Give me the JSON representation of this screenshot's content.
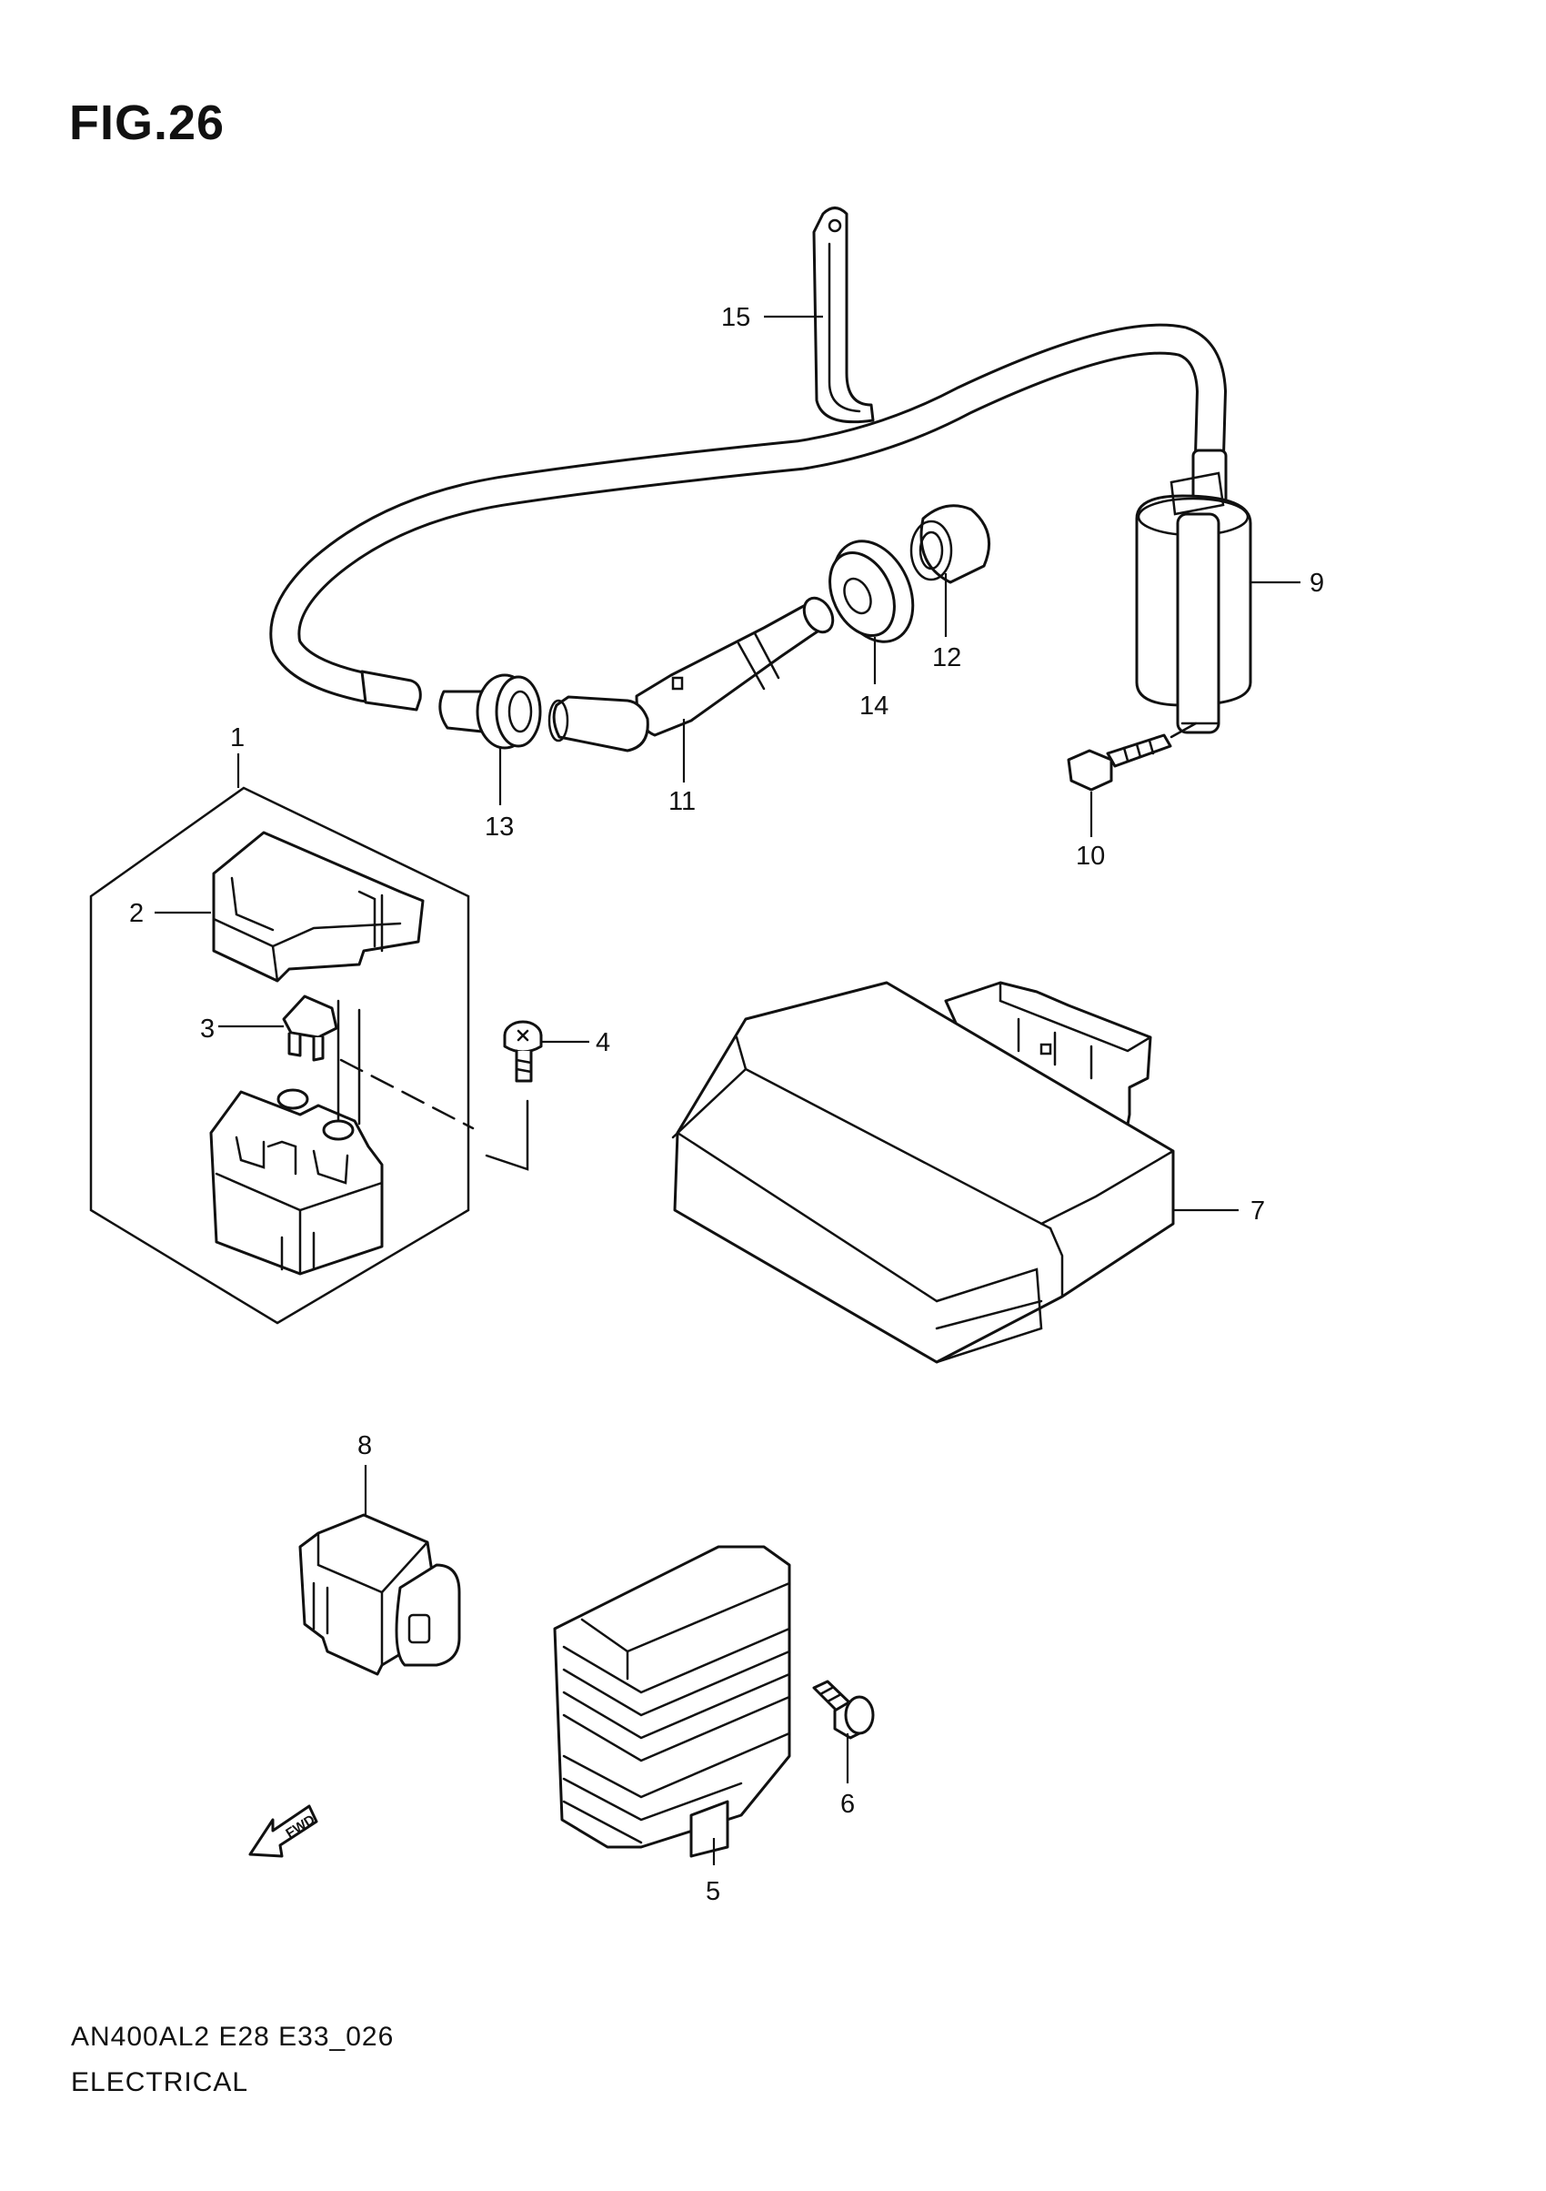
{
  "figure_title": "FIG.26",
  "footer": {
    "model_code": "AN400AL2 E28 E33_026",
    "section": "ELECTRICAL"
  },
  "fwd_arrow_text": "FWD",
  "callouts": {
    "c1": "1",
    "c2": "2",
    "c3": "3",
    "c4": "4",
    "c5": "5",
    "c6": "6",
    "c7": "7",
    "c8": "8",
    "c9": "9",
    "c10": "10",
    "c11": "11",
    "c12": "12",
    "c13": "13",
    "c14": "14",
    "c15": "15"
  }
}
